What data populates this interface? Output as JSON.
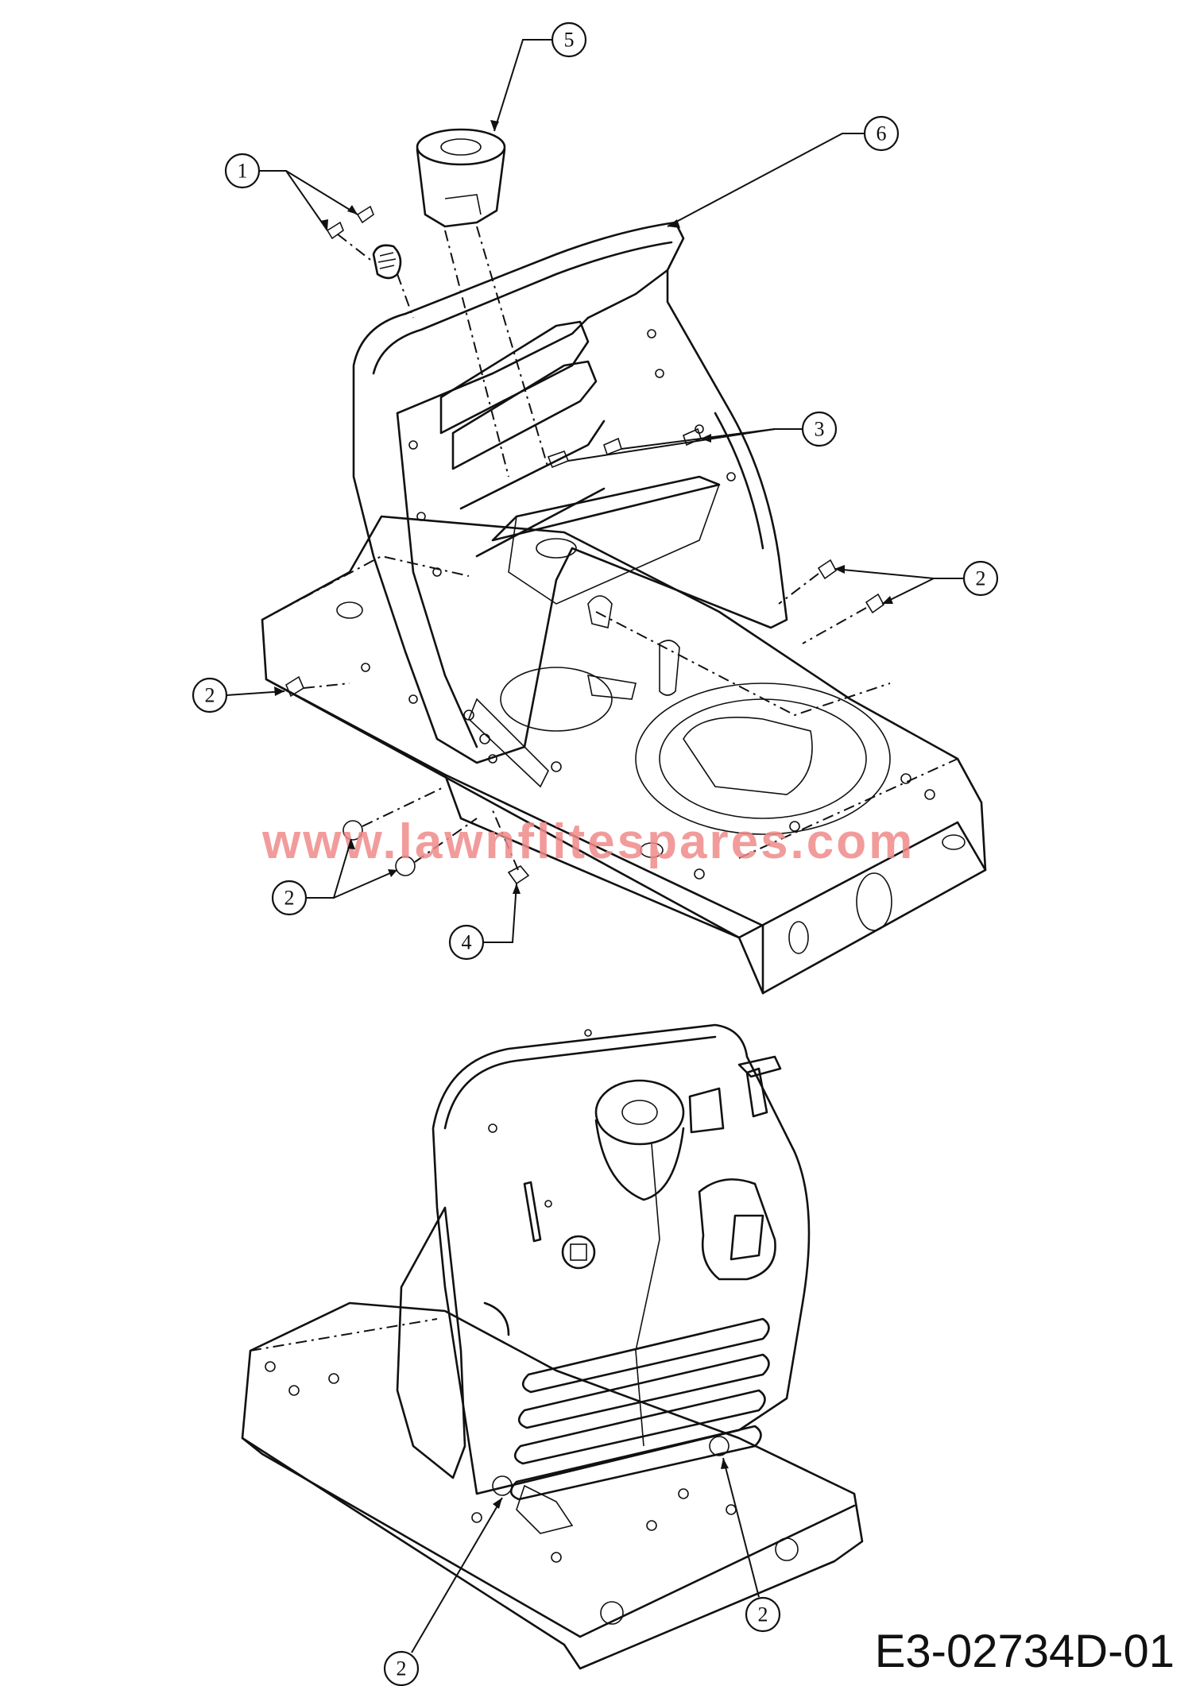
{
  "watermark": "www.lawnflitespares.com",
  "drawing_number": "E3-02734D-01",
  "callouts": {
    "c5": "5",
    "c6": "6",
    "c1": "1",
    "c3": "3",
    "c2_right": "2",
    "c2_left": "2",
    "c2_bottom_left": "2",
    "c4": "4",
    "c2_lower_left": "2",
    "c2_lower_right": "2"
  }
}
